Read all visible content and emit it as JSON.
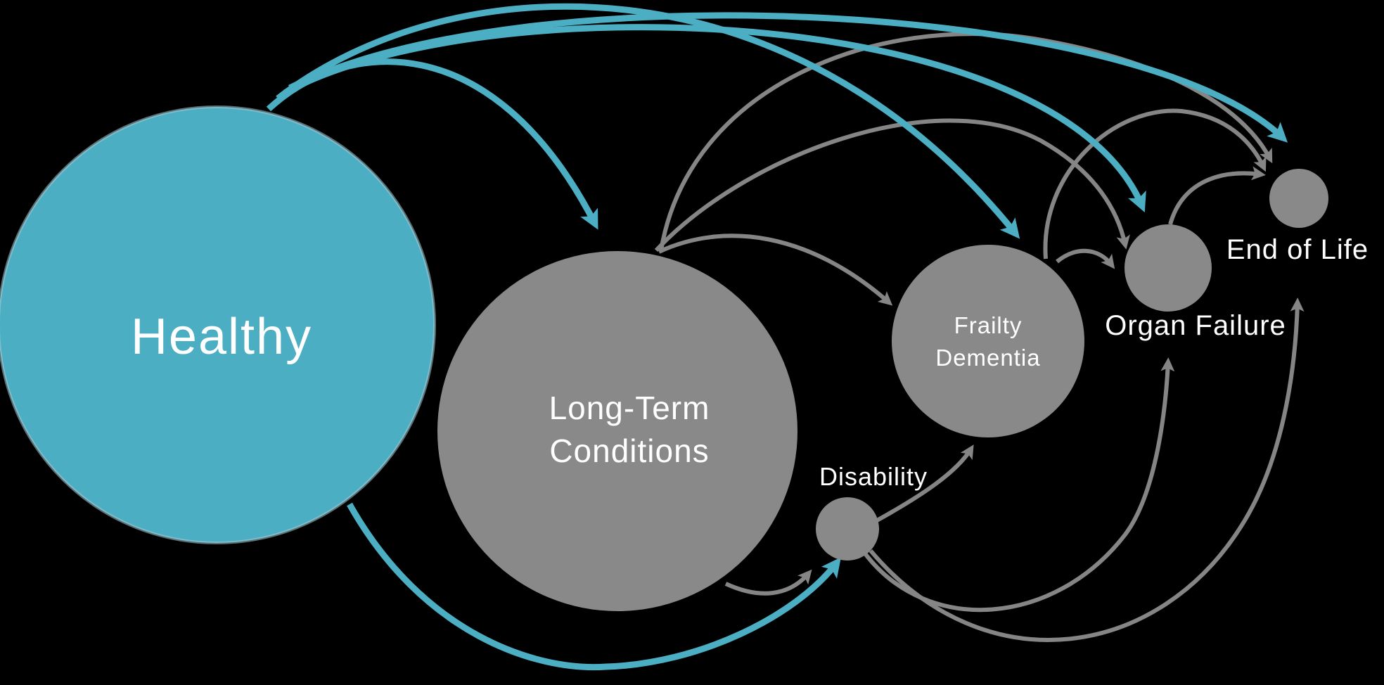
{
  "colors": {
    "background": "#000000",
    "healthy_fill": "#4BAEC3",
    "healthy_rim": "#A7CBD3",
    "state_gray": "#898989",
    "arrow_gray": "#858585",
    "arrow_teal": "#4BAEC3",
    "label_text": "#FFFFFF"
  },
  "nodes": {
    "healthy": {
      "label": "Healthy"
    },
    "ltc": {
      "label_line1": "Long-Term",
      "label_line2": "Conditions"
    },
    "disability": {
      "label": "Disability"
    },
    "frailty": {
      "label_line1": "Frailty",
      "label_line2": "Dementia"
    },
    "organ_failure": {
      "label": "Organ Failure"
    },
    "end_of_life": {
      "label": "End of Life"
    }
  },
  "edges": [
    {
      "from": "Healthy",
      "to": "Long-Term Conditions",
      "color": "teal"
    },
    {
      "from": "Healthy",
      "to": "Frailty Dementia",
      "color": "teal"
    },
    {
      "from": "Healthy",
      "to": "Organ Failure",
      "color": "teal"
    },
    {
      "from": "Healthy",
      "to": "End of Life",
      "color": "teal"
    },
    {
      "from": "Healthy",
      "to": "Disability",
      "color": "teal"
    },
    {
      "from": "Long-Term Conditions",
      "to": "Frailty Dementia",
      "color": "gray"
    },
    {
      "from": "Long-Term Conditions",
      "to": "Organ Failure",
      "color": "gray"
    },
    {
      "from": "Long-Term Conditions",
      "to": "End of Life",
      "color": "gray"
    },
    {
      "from": "Long-Term Conditions",
      "to": "Disability",
      "color": "gray"
    },
    {
      "from": "Frailty Dementia",
      "to": "Organ Failure",
      "color": "gray"
    },
    {
      "from": "Frailty Dementia",
      "to": "End of Life",
      "color": "gray"
    },
    {
      "from": "Organ Failure",
      "to": "End of Life",
      "color": "gray"
    },
    {
      "from": "Disability",
      "to": "Frailty Dementia",
      "color": "gray"
    },
    {
      "from": "Disability",
      "to": "Organ Failure",
      "color": "gray"
    },
    {
      "from": "Disability",
      "to": "End of Life",
      "color": "gray"
    }
  ]
}
